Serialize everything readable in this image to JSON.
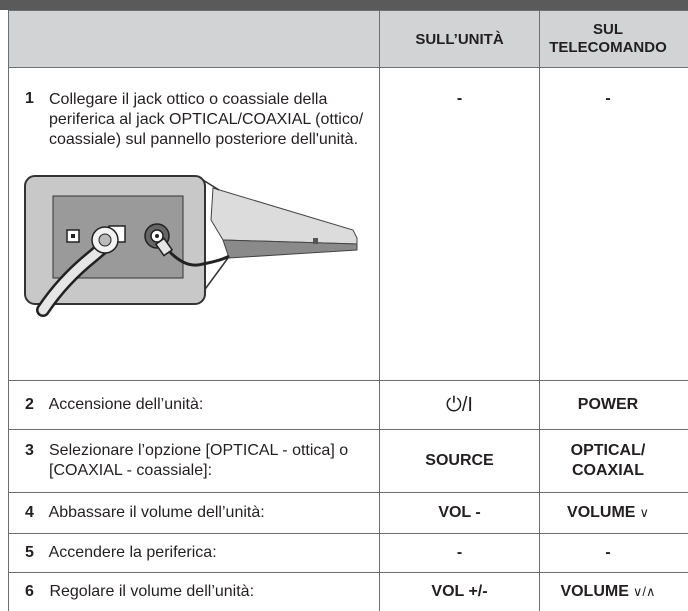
{
  "header": {
    "col_unit": "SULL’UNITÀ",
    "col_remote": "SUL TELECOMANDO"
  },
  "rows": [
    {
      "num": "1",
      "text": "Collegare il jack ottico o coassiale della periferica al jack OPTICAL/COAXIAL (ottico/ coassiale) sul pannello posteriore dell'unità.",
      "unit": "-",
      "remote": "-"
    },
    {
      "num": "2",
      "text": "Accensione dell’unità:",
      "unit": "⏻/I",
      "remote": "POWER"
    },
    {
      "num": "3",
      "text": "Selezionare l’opzione [OPTICAL - ottica] o [COAXIAL - coassiale]:",
      "unit": "SOURCE",
      "remote": "OPTICAL/ COAXIAL"
    },
    {
      "num": "4",
      "text": "Abbassare il volume dell’unità:",
      "unit": "VOL -",
      "remote": "VOLUME",
      "remote_symbol": "∨"
    },
    {
      "num": "5",
      "text": "Accendere la periferica:",
      "unit": "-",
      "remote": "-"
    },
    {
      "num": "6",
      "text": "Regolare il volume dell’unità:",
      "unit": "VOL +/-",
      "remote": "VOLUME",
      "remote_symbol": "∨/∧"
    }
  ],
  "colors": {
    "header_bg": "#d1d3d4",
    "border": "#6d6e71",
    "top_bar": "#5a5a5a"
  },
  "illustration": {
    "icon": "optical-coaxial-connection-illustration"
  }
}
